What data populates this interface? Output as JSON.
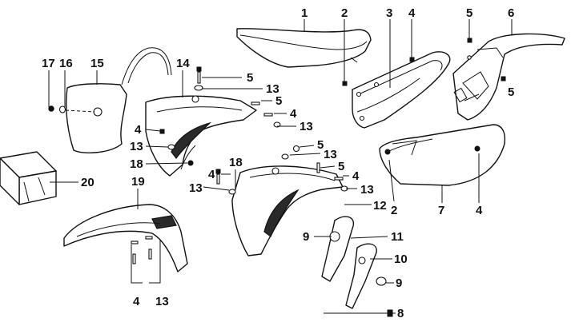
{
  "callouts": [
    {
      "id": "c1",
      "text": "1"
    },
    {
      "id": "c2a",
      "text": "2"
    },
    {
      "id": "c3",
      "text": "3"
    },
    {
      "id": "c4a",
      "text": "4"
    },
    {
      "id": "c5a",
      "text": "5"
    },
    {
      "id": "c6",
      "text": "6"
    },
    {
      "id": "c17",
      "text": "17"
    },
    {
      "id": "c16",
      "text": "16"
    },
    {
      "id": "c15",
      "text": "15"
    },
    {
      "id": "c14",
      "text": "14"
    },
    {
      "id": "c5b",
      "text": "5"
    },
    {
      "id": "c13a",
      "text": "13"
    },
    {
      "id": "c5c",
      "text": "5"
    },
    {
      "id": "c5d",
      "text": "5"
    },
    {
      "id": "c4b",
      "text": "4"
    },
    {
      "id": "c13b",
      "text": "13"
    },
    {
      "id": "c4c",
      "text": "4"
    },
    {
      "id": "c13c",
      "text": "13"
    },
    {
      "id": "c18a",
      "text": "18"
    },
    {
      "id": "c5e",
      "text": "5"
    },
    {
      "id": "c13d",
      "text": "13"
    },
    {
      "id": "c5f",
      "text": "5"
    },
    {
      "id": "c4d",
      "text": "4"
    },
    {
      "id": "c13e",
      "text": "13"
    },
    {
      "id": "c20",
      "text": "20"
    },
    {
      "id": "c19",
      "text": "19"
    },
    {
      "id": "c4e",
      "text": "4"
    },
    {
      "id": "c13f",
      "text": "13"
    },
    {
      "id": "c18b",
      "text": "18"
    },
    {
      "id": "c2b",
      "text": "2"
    },
    {
      "id": "c7",
      "text": "7"
    },
    {
      "id": "c4f",
      "text": "4"
    },
    {
      "id": "c12",
      "text": "12"
    },
    {
      "id": "c9a",
      "text": "9"
    },
    {
      "id": "c11",
      "text": "11"
    },
    {
      "id": "c10",
      "text": "10"
    },
    {
      "id": "c9b",
      "text": "9"
    },
    {
      "id": "c8",
      "text": "8"
    },
    {
      "id": "c4g",
      "text": "4"
    },
    {
      "id": "c13g",
      "text": "13"
    }
  ]
}
